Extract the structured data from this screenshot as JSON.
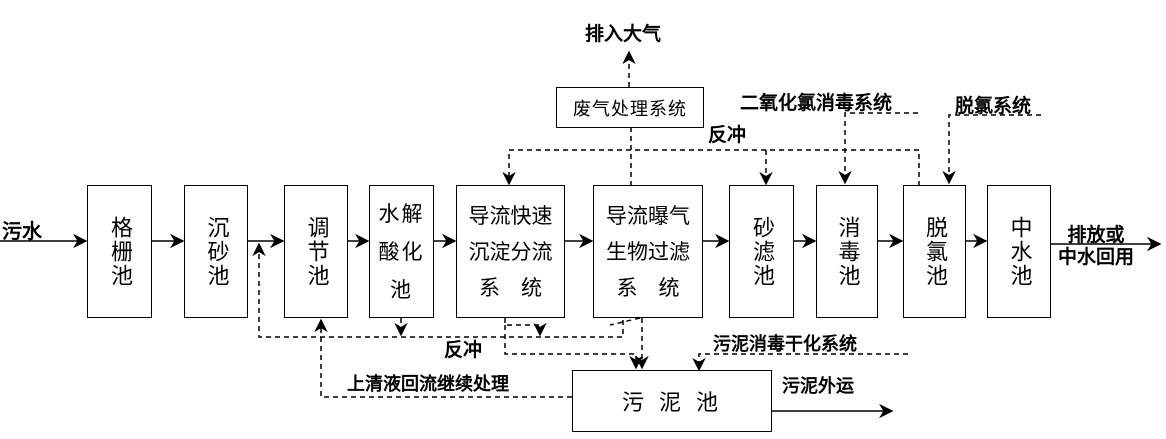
{
  "units": {
    "grating": "格栅池",
    "grit": "沉砂池",
    "equalization": "调节池",
    "hydrolysis": "水解酸化池",
    "sedimentation": "导流快速\n沉淀分流\n系　统",
    "baf": "导流曝气\n生物过滤\n系　统",
    "sand_filter": "砂滤池",
    "disinfection": "消毒池",
    "dechlorination": "脱氯池",
    "reclaimed": "中水池",
    "sludge_tank": "污 泥 池",
    "waste_gas": "废气处理系统"
  },
  "labels": {
    "inlet": "污水",
    "exhaust": "排入大气",
    "backwash_top": "反冲",
    "chlorine_dioxide": "二氧化氯消毒系统",
    "dechlorination_system": "脱氯系统",
    "outlet": "排放或\n中水回用",
    "backwash_bottom": "反冲",
    "sludge_treatment": "污泥消毒干化系统",
    "supernatant": "上清液回流继续处理",
    "sludge_out": "污泥外运"
  }
}
